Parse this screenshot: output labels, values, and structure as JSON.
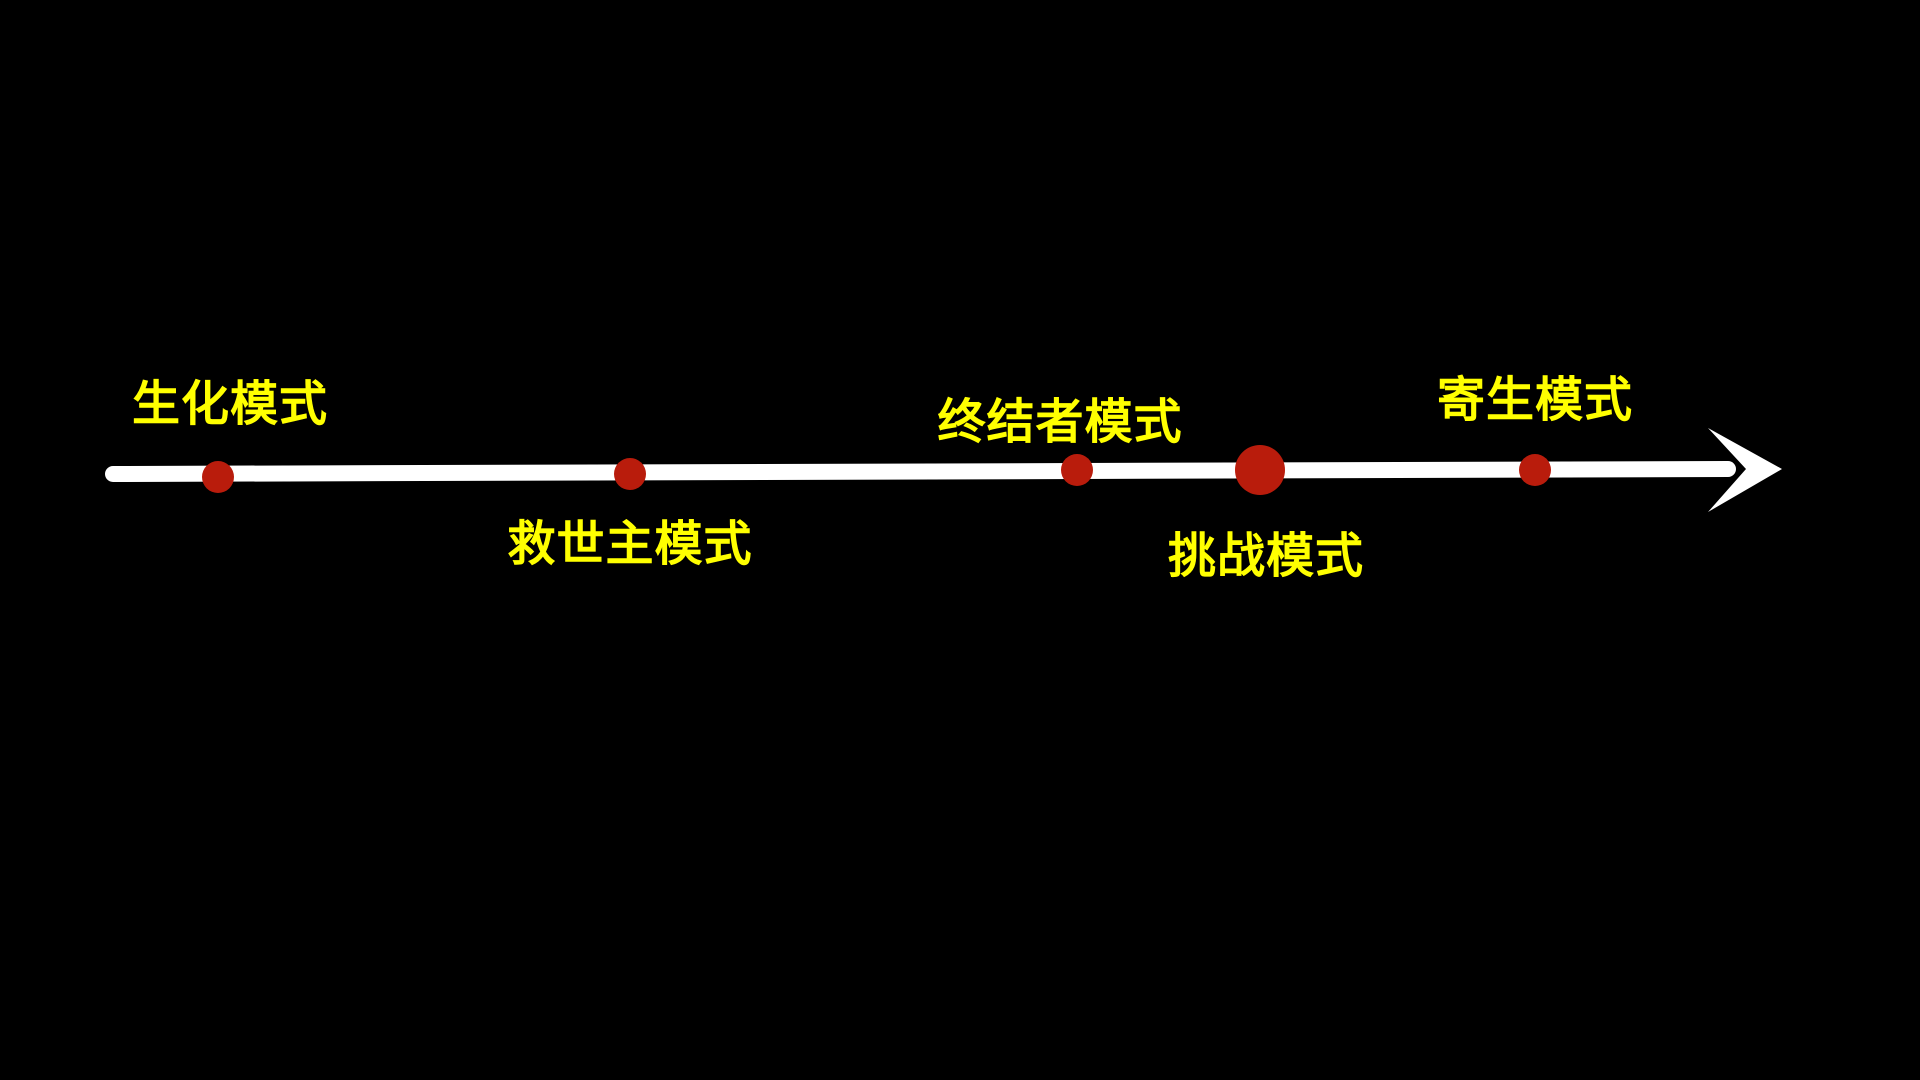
{
  "colors": {
    "background": "#000000",
    "axis": "#ffffff",
    "marker": "#b91c0c",
    "label": "#ffff00"
  },
  "timeline": {
    "icon": "arrow-right-icon",
    "events": [
      {
        "label": "生化模式",
        "placement": "above",
        "emphasis": false
      },
      {
        "label": "救世主模式",
        "placement": "below",
        "emphasis": false
      },
      {
        "label": "终结者模式",
        "placement": "above",
        "emphasis": false
      },
      {
        "label": "挑战模式",
        "placement": "below",
        "emphasis": true
      },
      {
        "label": "寄生模式",
        "placement": "above",
        "emphasis": false
      }
    ]
  }
}
